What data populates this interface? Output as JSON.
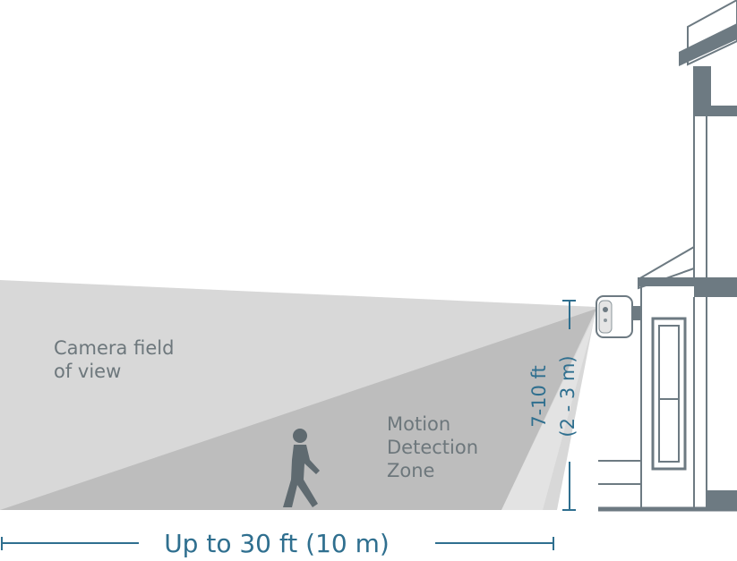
{
  "labels": {
    "camera_fov_line1": "Camera field",
    "camera_fov_line2": "of view",
    "motion_line1": "Motion",
    "motion_line2": "Detection",
    "motion_line3": "Zone",
    "height_line1": "7-10 ft",
    "height_line2": "(2 - 3 m)",
    "distance": "Up to 30 ft (10 m)"
  },
  "colors": {
    "background": "#ffffff",
    "field_of_view": "#d8d8d8",
    "motion_zone": "#bdbdbd",
    "motion_zone_light": "#e6e6e6",
    "house": "#6d7a82",
    "house_light": "#ffffff",
    "person": "#5f6a70",
    "label_text": "#6d777c",
    "accent": "#2f6f8f"
  },
  "icons": {
    "person": "walking-person-icon",
    "camera": "security-camera-icon",
    "house": "house-icon"
  }
}
